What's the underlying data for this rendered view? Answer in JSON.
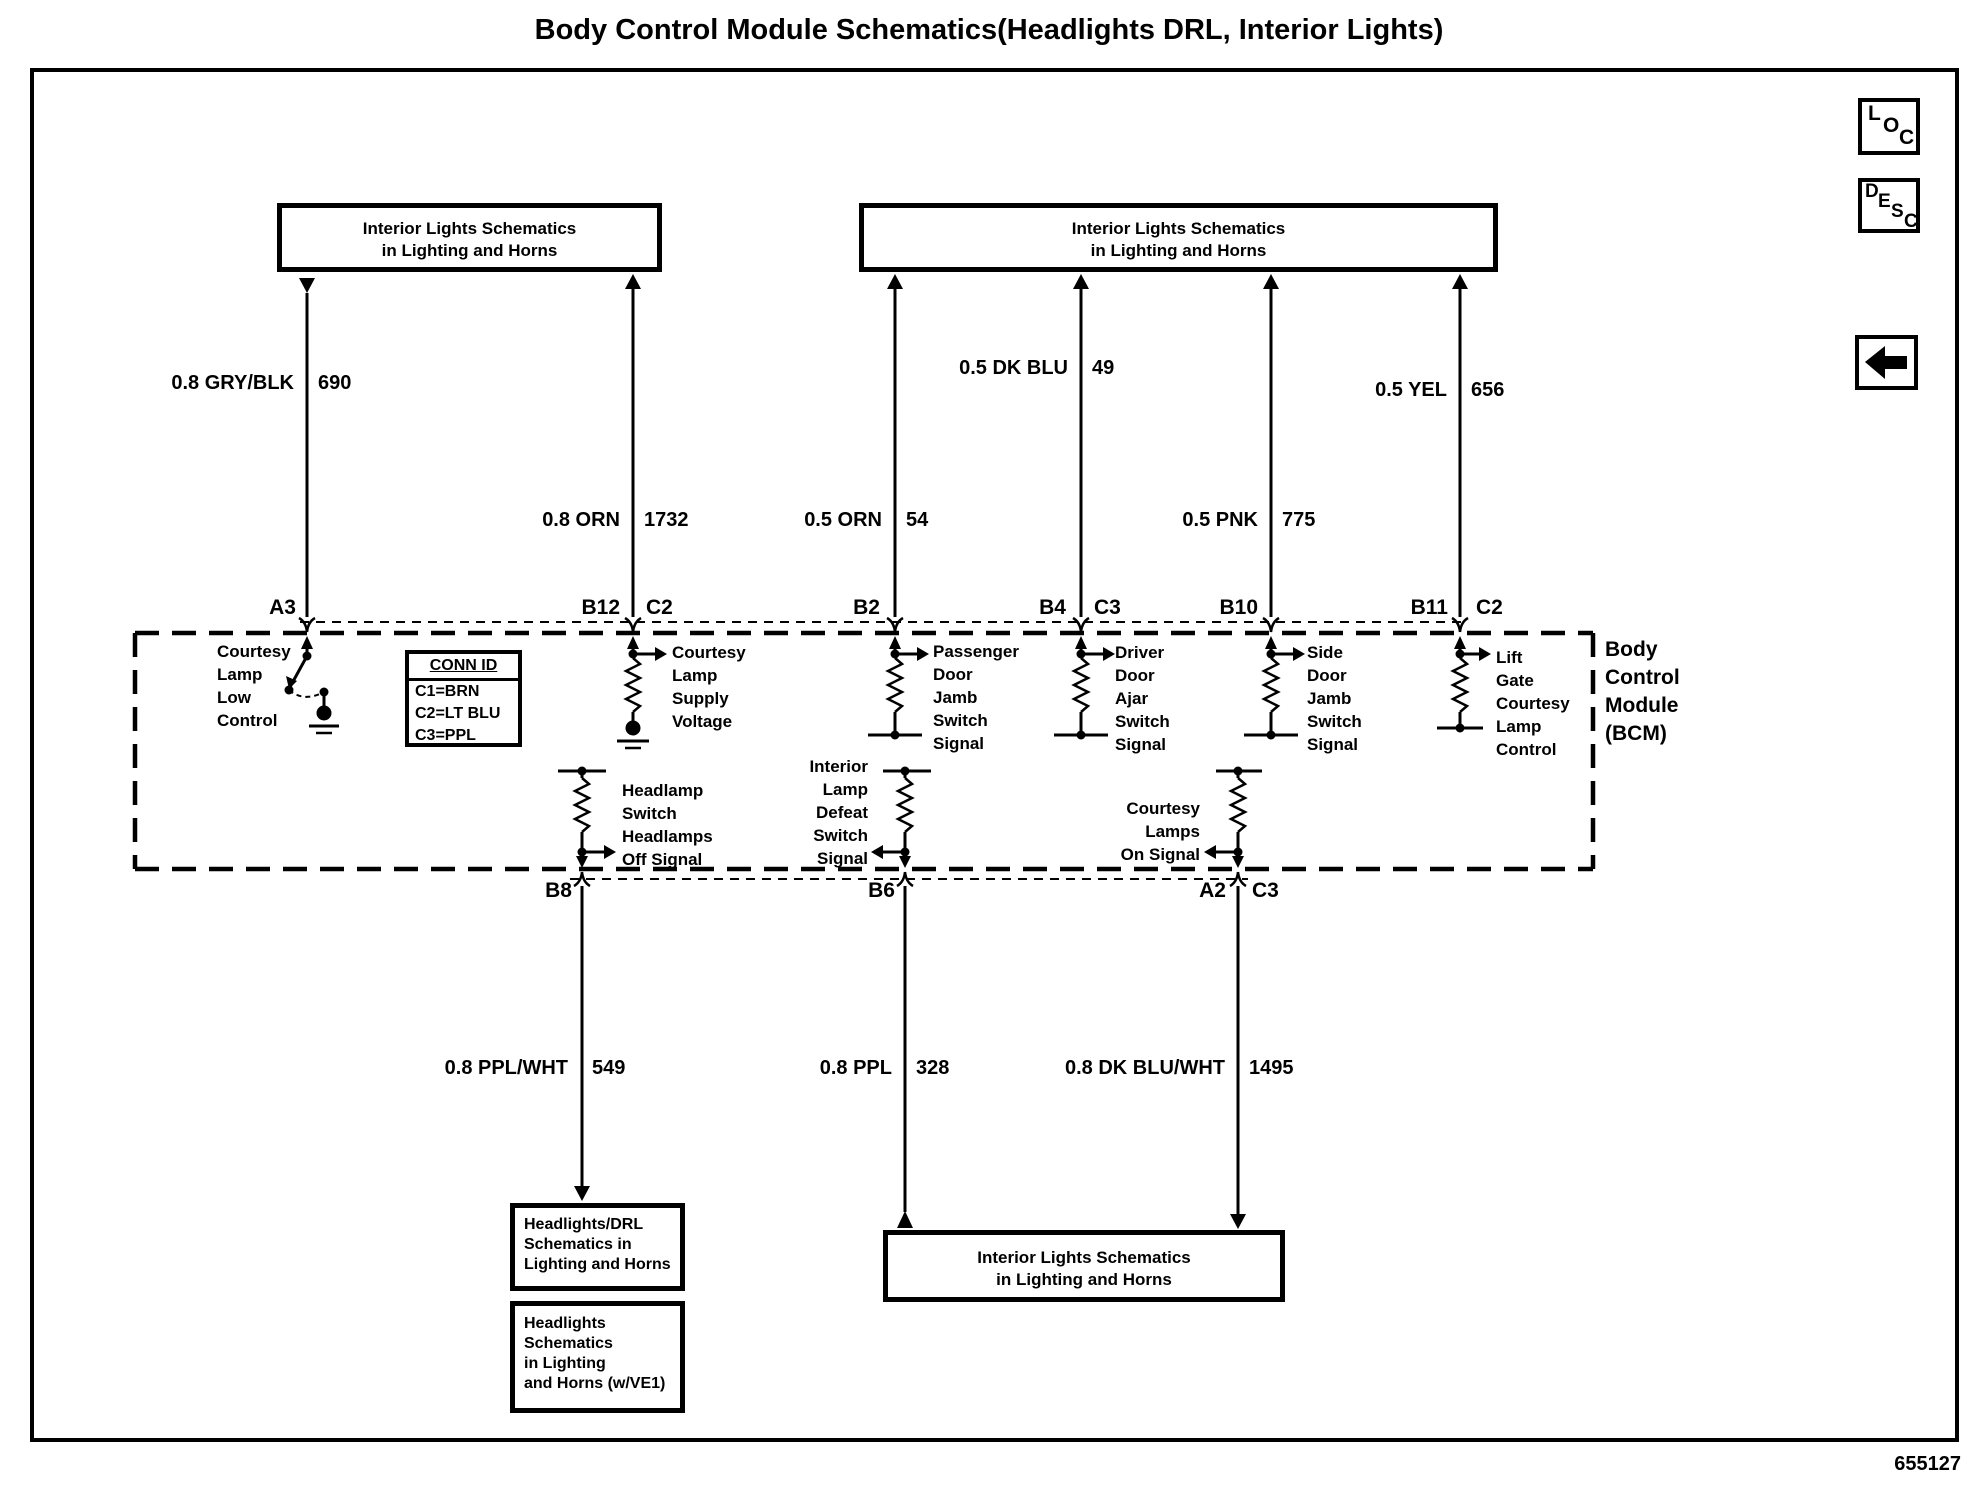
{
  "title": "Body Control Module Schematics(Headlights DRL, Interior Lights)",
  "doc_number": "655127",
  "toolbar": {
    "loc": [
      "L",
      "O",
      "C"
    ],
    "desc": [
      "D",
      "E",
      "S",
      "C"
    ]
  },
  "ref_boxes": {
    "top_left": {
      "line1": "Interior Lights Schematics",
      "line2": "in Lighting and Horns"
    },
    "top_right": {
      "line1": "Interior Lights Schematics",
      "line2": "in Lighting and Horns"
    },
    "bottom_headlights_drl": {
      "line1": "Headlights/DRL",
      "line2": "Schematics in",
      "line3": "Lighting and Horns"
    },
    "bottom_headlights_ve1": {
      "line1": "Headlights",
      "line2": "Schematics",
      "line3": "in Lighting",
      "line4": "and Horns  (w/VE1)"
    },
    "bottom_interior": {
      "line1": "Interior Lights Schematics",
      "line2": "in  Lighting and Horns"
    }
  },
  "conn_id": {
    "title": "CONN ID",
    "row1": "C1=BRN",
    "row2": "C2=LT BLU",
    "row3": "C3=PPL"
  },
  "bcm_label": {
    "line1": "Body",
    "line2": "Control",
    "line3": "Module",
    "line4": "(BCM)"
  },
  "wire_labels": {
    "gry_blk": {
      "name": "0.8 GRY/BLK",
      "circuit": "690"
    },
    "orn_1732": {
      "name": "0.8 ORN",
      "circuit": "1732"
    },
    "orn_54": {
      "name": "0.5 ORN",
      "circuit": "54"
    },
    "dk_blu_49": {
      "name": "0.5 DK BLU",
      "circuit": "49"
    },
    "pnk_775": {
      "name": "0.5 PNK",
      "circuit": "775"
    },
    "yel_656": {
      "name": "0.5 YEL",
      "circuit": "656"
    },
    "ppl_wht_549": {
      "name": "0.8 PPL/WHT",
      "circuit": "549"
    },
    "ppl_328": {
      "name": "0.8 PPL",
      "circuit": "328"
    },
    "dk_blu_wht_1495": {
      "name": "0.8 DK BLU/WHT",
      "circuit": "1495"
    }
  },
  "pins": {
    "a3": "A3",
    "b12": "B12",
    "b12_conn": "C2",
    "b2": "B2",
    "b4": "B4",
    "b4_conn": "C3",
    "b10": "B10",
    "b11": "B11",
    "b11_conn": "C2",
    "b8": "B8",
    "b6": "B6",
    "a2": "A2",
    "a2_conn": "C3"
  },
  "functions": {
    "courtesy_low": {
      "line1": "Courtesy",
      "line2": "Lamp",
      "line3": "Low",
      "line4": "Control"
    },
    "courtesy_supply": {
      "line1": "Courtesy",
      "line2": "Lamp",
      "line3": "Supply",
      "line4": "Voltage"
    },
    "pass_door": {
      "line1": "Passenger",
      "line2": "Door",
      "line3": "Jamb",
      "line4": "Switch",
      "line5": "Signal"
    },
    "driver_door": {
      "line1": "Driver",
      "line2": "Door",
      "line3": "Ajar",
      "line4": "Switch",
      "line5": "Signal"
    },
    "side_door": {
      "line1": "Side",
      "line2": "Door",
      "line3": "Jamb",
      "line4": "Switch",
      "line5": "Signal"
    },
    "lift_gate": {
      "line1": "Lift",
      "line2": "Gate",
      "line3": "Courtesy",
      "line4": "Lamp",
      "line5": "Control"
    },
    "headlamp_off": {
      "line1": "Headlamp",
      "line2": "Switch",
      "line3": "Headlamps",
      "line4": "Off Signal"
    },
    "interior_defeat": {
      "line1": "Interior",
      "line2": "Lamp",
      "line3": "Defeat",
      "line4": "Switch",
      "line5": "Signal"
    },
    "courtesy_on": {
      "line1": "Courtesy",
      "line2": "Lamps",
      "line3": "On Signal"
    }
  }
}
